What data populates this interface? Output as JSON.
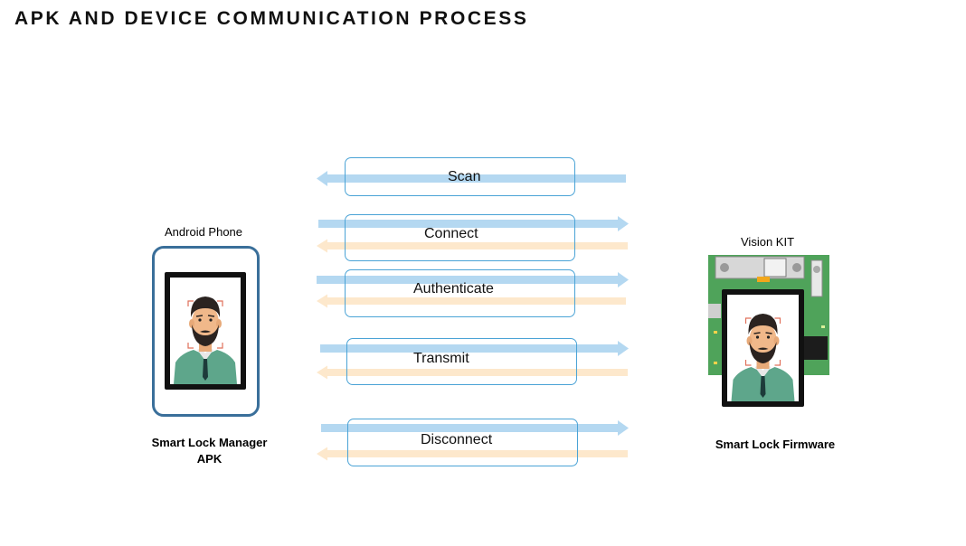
{
  "title": "APK AND DEVICE COMMUNICATION PROCESS",
  "left_device": {
    "label": "Android Phone",
    "caption_line1": "Smart Lock Manager",
    "caption_line2": "APK"
  },
  "right_device": {
    "label": "Vision KIT",
    "caption": "Smart Lock Firmware"
  },
  "steps": [
    {
      "label": "Scan",
      "arrows": [
        "to-apk"
      ]
    },
    {
      "label": "Connect",
      "arrows": [
        "to-device",
        "to-apk"
      ]
    },
    {
      "label": "Authenticate",
      "arrows": [
        "to-device",
        "to-apk"
      ]
    },
    {
      "label": "Transmit",
      "arrows": [
        "to-device",
        "to-apk"
      ]
    },
    {
      "label": "Disconnect",
      "arrows": [
        "to-device",
        "to-apk"
      ]
    }
  ],
  "colors": {
    "blue_arrow": "#b4d8f1",
    "orange_arrow": "#fde8cc",
    "box_border": "#4aa3d6",
    "phone_border": "#3a6f9a",
    "board_green": "#4fa35a"
  }
}
